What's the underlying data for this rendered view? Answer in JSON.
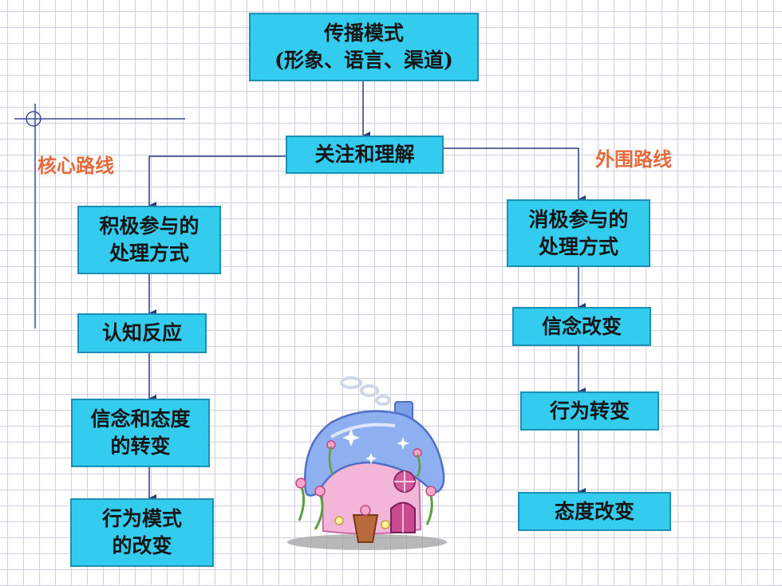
{
  "diagram": {
    "top_box": "传播模式\n(形象、语言、渠道)",
    "attention_box": "关注和理解",
    "left_label": "核心路线",
    "right_label": "外围路线",
    "left_path": [
      "积极参与的\n处理方式",
      "认知反应",
      "信念和态度\n的转变",
      "行为模式\n的改变"
    ],
    "right_path": [
      "消极参与的\n处理方式",
      "信念改变",
      "行为转变",
      "态度改变"
    ]
  },
  "colors": {
    "box_fill": "#33ccee",
    "box_border": "#1c8fb4",
    "label_color": "#e36b3c",
    "line_color": "#2b3a7a"
  },
  "icons": [
    "crosshair-mark",
    "cottage-house-illustration"
  ]
}
